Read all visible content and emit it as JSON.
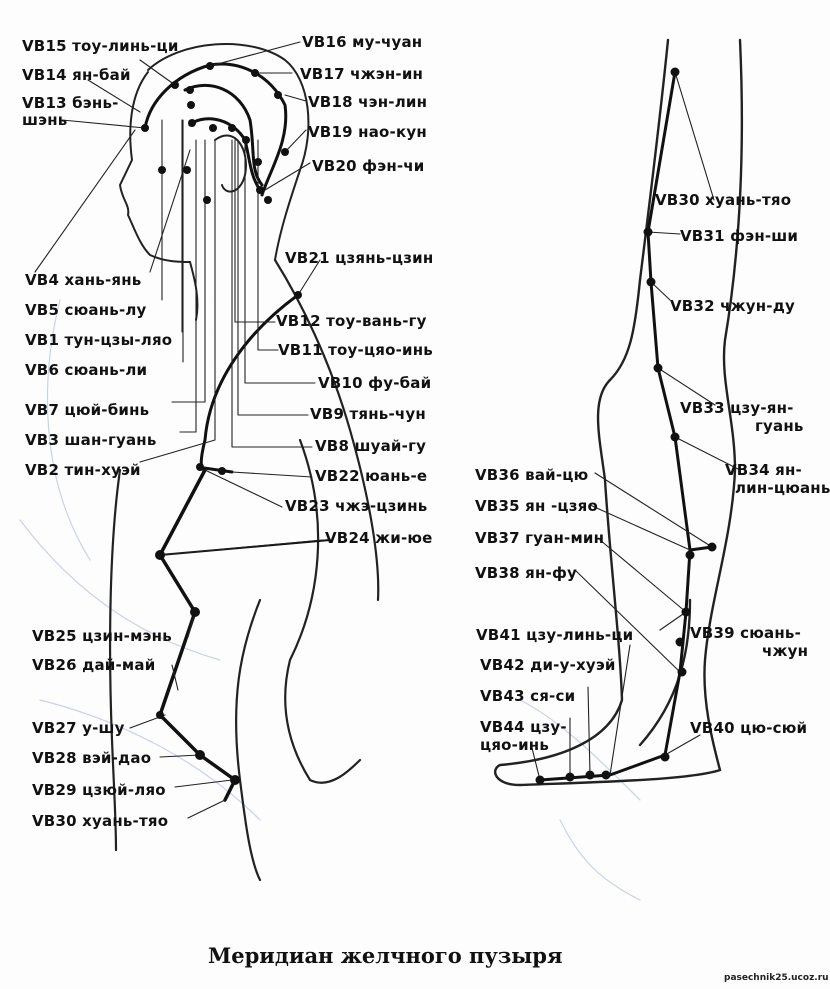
{
  "title": "Меридиан желчного пузыря",
  "watermark": "pasechnik25.ucoz.ru",
  "figure_left": {
    "labels": {
      "vb15": "VB15 тоу-линь-ци",
      "vb14": "VB14 ян-бай",
      "vb13a": "VB13 бэнь-",
      "vb13b": "шэнь",
      "vb16": "VB16 му-чуан",
      "vb17": "VB17 чжэн-ин",
      "vb18": "VB18 чэн-лин",
      "vb19": "VB19 нао-кун",
      "vb20": "VB20 фэн-чи",
      "vb4": "VB4 хань-янь",
      "vb5": "VB5 сюань-лу",
      "vb1": "VB1 тун-цзы-ляо",
      "vb6": "VB6 сюань-ли",
      "vb7": "VB7 цюй-бинь",
      "vb3": "VB3 шан-гуань",
      "vb2": "VB2 тин-хуэй",
      "vb21": "VB21 цзянь-цзин",
      "vb12": "VB12 тоу-вань-гу",
      "vb11": "VB11 тоу-цяо-инь",
      "vb10": "VB10 фу-бай",
      "vb9": "VB9 тянь-чун",
      "vb8": "VB8 шуай-гу",
      "vb22": "VB22 юань-е",
      "vb23": "VB23 чжэ-цзинь",
      "vb24": "VB24 жи-юе",
      "vb25": "VB25 цзин-мэнь",
      "vb26": "VB26 дай-май",
      "vb27": "VB27 у-шу",
      "vb28": "VB28 вэй-дао",
      "vb29": "VB29 цзюй-ляо",
      "vb30": "VB30 хуань-тяо"
    }
  },
  "figure_right": {
    "labels": {
      "vb30": "VB30 хуань-тяо",
      "vb31": "VB31 фэн-ши",
      "vb32": "VB32 чжун-ду",
      "vb33a": "VB33 цзу-ян-",
      "vb33b": "гуань",
      "vb34a": "VB34 ян-",
      "vb34b": "лин-цюань",
      "vb36": "VB36 вай-цю",
      "vb35": "VB35 ян  -цзяо",
      "vb37": "VB37 гуан-мин",
      "vb38": "VB38 ян-фу",
      "vb41": "VB41 цзу-линь-ци",
      "vb42": "VB42 ди-у-хуэй",
      "vb43": "VB43 ся-си",
      "vb44a": "VB44 цзу-",
      "vb44b": "цяо-инь",
      "vb39a": "VB39 сюань-",
      "vb39b": "чжун",
      "vb40": "VB40 цю-сюй"
    }
  }
}
